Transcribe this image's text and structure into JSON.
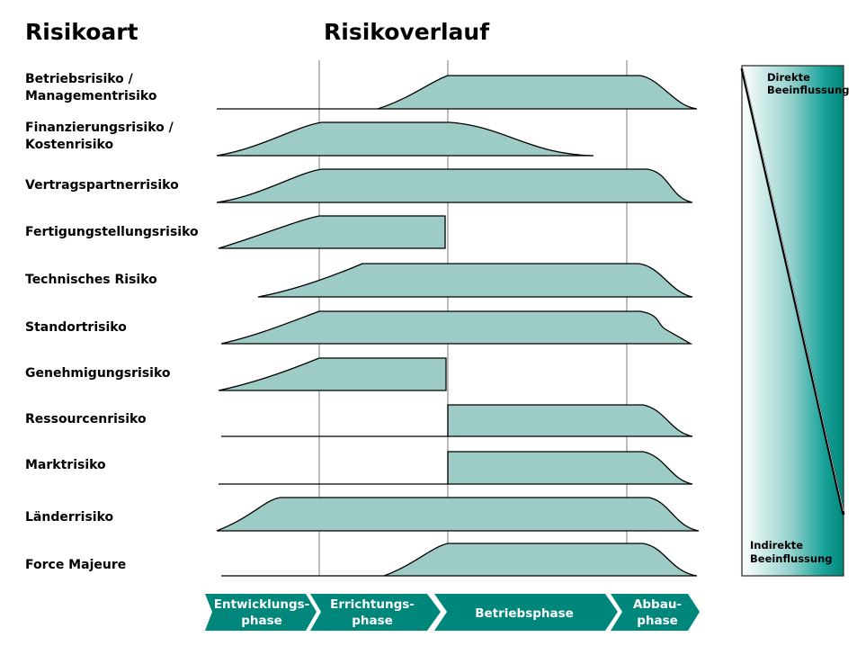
{
  "titles": {
    "left": "Risikoart",
    "center": "Risikoverlauf"
  },
  "risks": [
    [
      "Betriebsrisiko /",
      "Managementrisiko"
    ],
    [
      "Finanzierungsrisiko /",
      "Kostenrisiko"
    ],
    [
      "Vertragspartnerrisiko"
    ],
    [
      "Fertigungstellungsrisiko"
    ],
    [
      "Technisches Risiko"
    ],
    [
      "Standortrisiko"
    ],
    [
      "Genehmigungsrisiko"
    ],
    [
      "Ressourcenrisiko"
    ],
    [
      "Marktrisiko"
    ],
    [
      "Länderrisiko"
    ],
    [
      "Force Majeure"
    ]
  ],
  "phases": [
    [
      "Entwicklungs-",
      "phase"
    ],
    [
      "Errichtungs-",
      "phase"
    ],
    [
      "Betriebsphase"
    ],
    [
      "Abbau-",
      "phase"
    ]
  ],
  "influence": {
    "top": [
      "Direkte",
      "Beeinflussung"
    ],
    "bottom": [
      "Indirekte",
      "Beeinflussung"
    ]
  },
  "colors": {
    "shape": "#9dcbc6",
    "phase": "#00877b",
    "gradient_end": "#008a80"
  }
}
